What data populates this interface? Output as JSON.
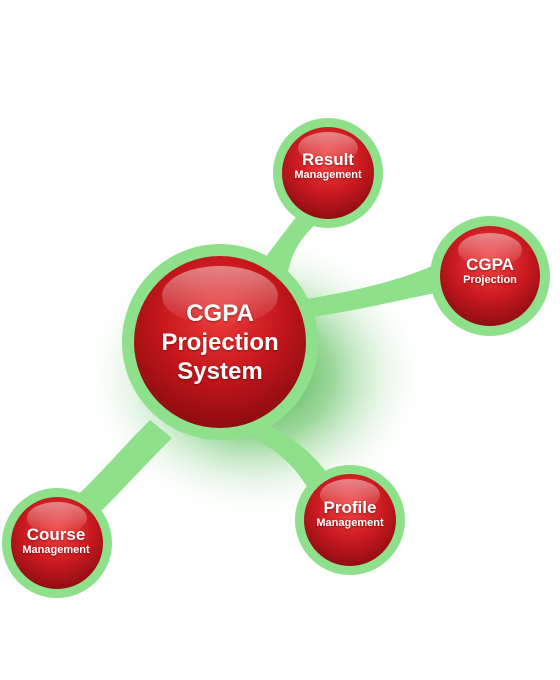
{
  "diagram": {
    "center": {
      "lines": [
        "CGPA",
        "Projection",
        "System"
      ]
    },
    "nodes": [
      {
        "id": "result",
        "title": "Result",
        "subtitle": "Management"
      },
      {
        "id": "cgpa",
        "title": "CGPA",
        "subtitle": "Projection"
      },
      {
        "id": "profile",
        "title": "Profile",
        "subtitle": "Management"
      },
      {
        "id": "course",
        "title": "Course",
        "subtitle": "Management"
      }
    ]
  },
  "colors": {
    "ring": "#8ee08a",
    "node_fill": "#c3161b",
    "node_highlight": "#ff6a6a",
    "glow": "#2e9e2e",
    "text": "#ffffff"
  }
}
